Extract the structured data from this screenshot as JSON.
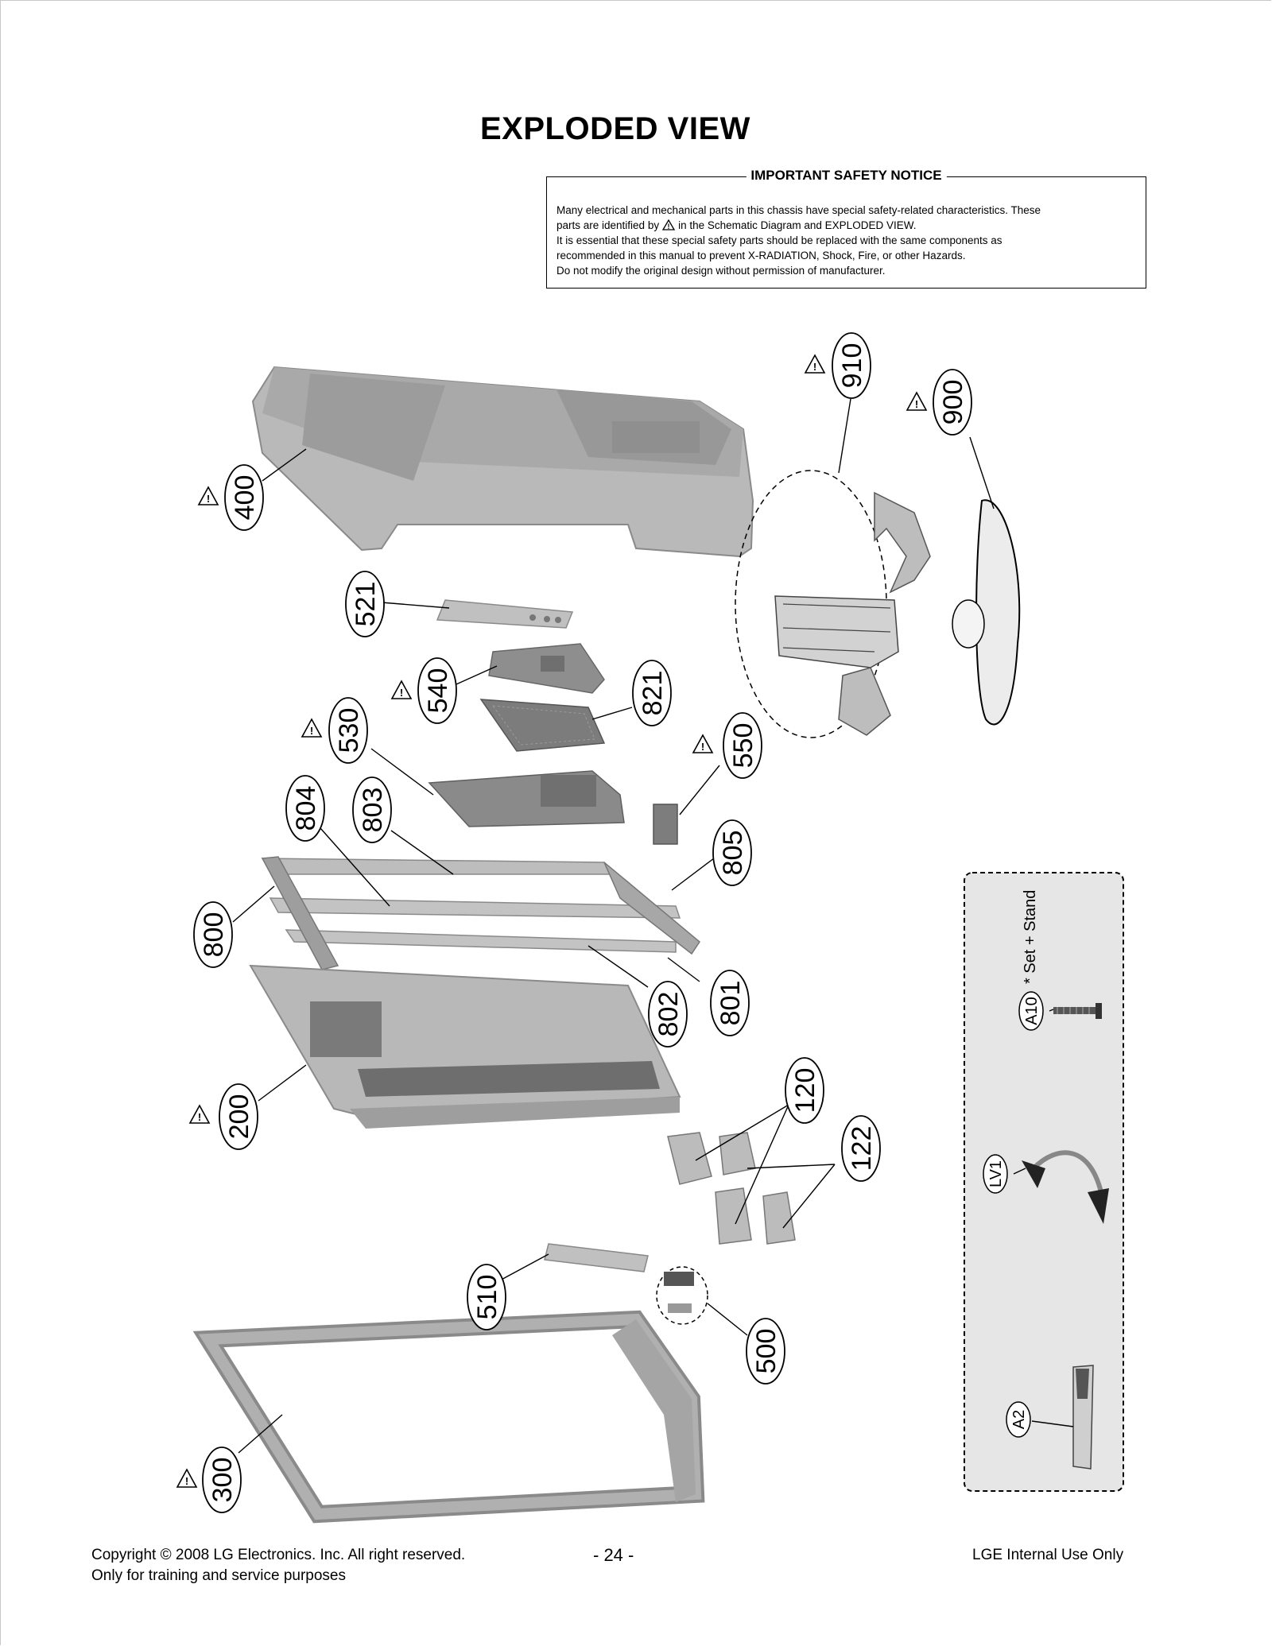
{
  "page": {
    "title": "EXPLODED VIEW"
  },
  "notice": {
    "title": "IMPORTANT SAFETY NOTICE",
    "line1": "Many electrical and mechanical parts in this chassis have special safety-related characteristics. These",
    "line2_pre": "parts are identified by",
    "line2_post": "in the Schematic Diagram and EXPLODED VIEW.",
    "line3": "It is essential that these special safety parts should be replaced with the same components as",
    "line4": "recommended in this manual to prevent X-RADIATION, Shock, Fire, or other Hazards.",
    "line5": "Do not modify the original design without permission of manufacturer."
  },
  "callouts": {
    "c910": "910",
    "c900": "900",
    "c400": "400",
    "c521": "521",
    "c540": "540",
    "c821": "821",
    "c530": "530",
    "c550": "550",
    "c804": "804",
    "c803": "803",
    "c805": "805",
    "c800": "800",
    "c802": "802",
    "c801": "801",
    "c200": "200",
    "c120": "120",
    "c122": "122",
    "c510": "510",
    "c500": "500",
    "c300": "300"
  },
  "accessories": {
    "note": "* Set + Stand",
    "a10": "A10",
    "lv1": "LV1",
    "a2": "A2"
  },
  "footer": {
    "copyright_line1": "Copyright © 2008 LG Electronics. Inc. All right reserved.",
    "copyright_line2": "Only for training and service purposes",
    "page_number": "- 24 -",
    "internal": "LGE Internal Use Only"
  }
}
